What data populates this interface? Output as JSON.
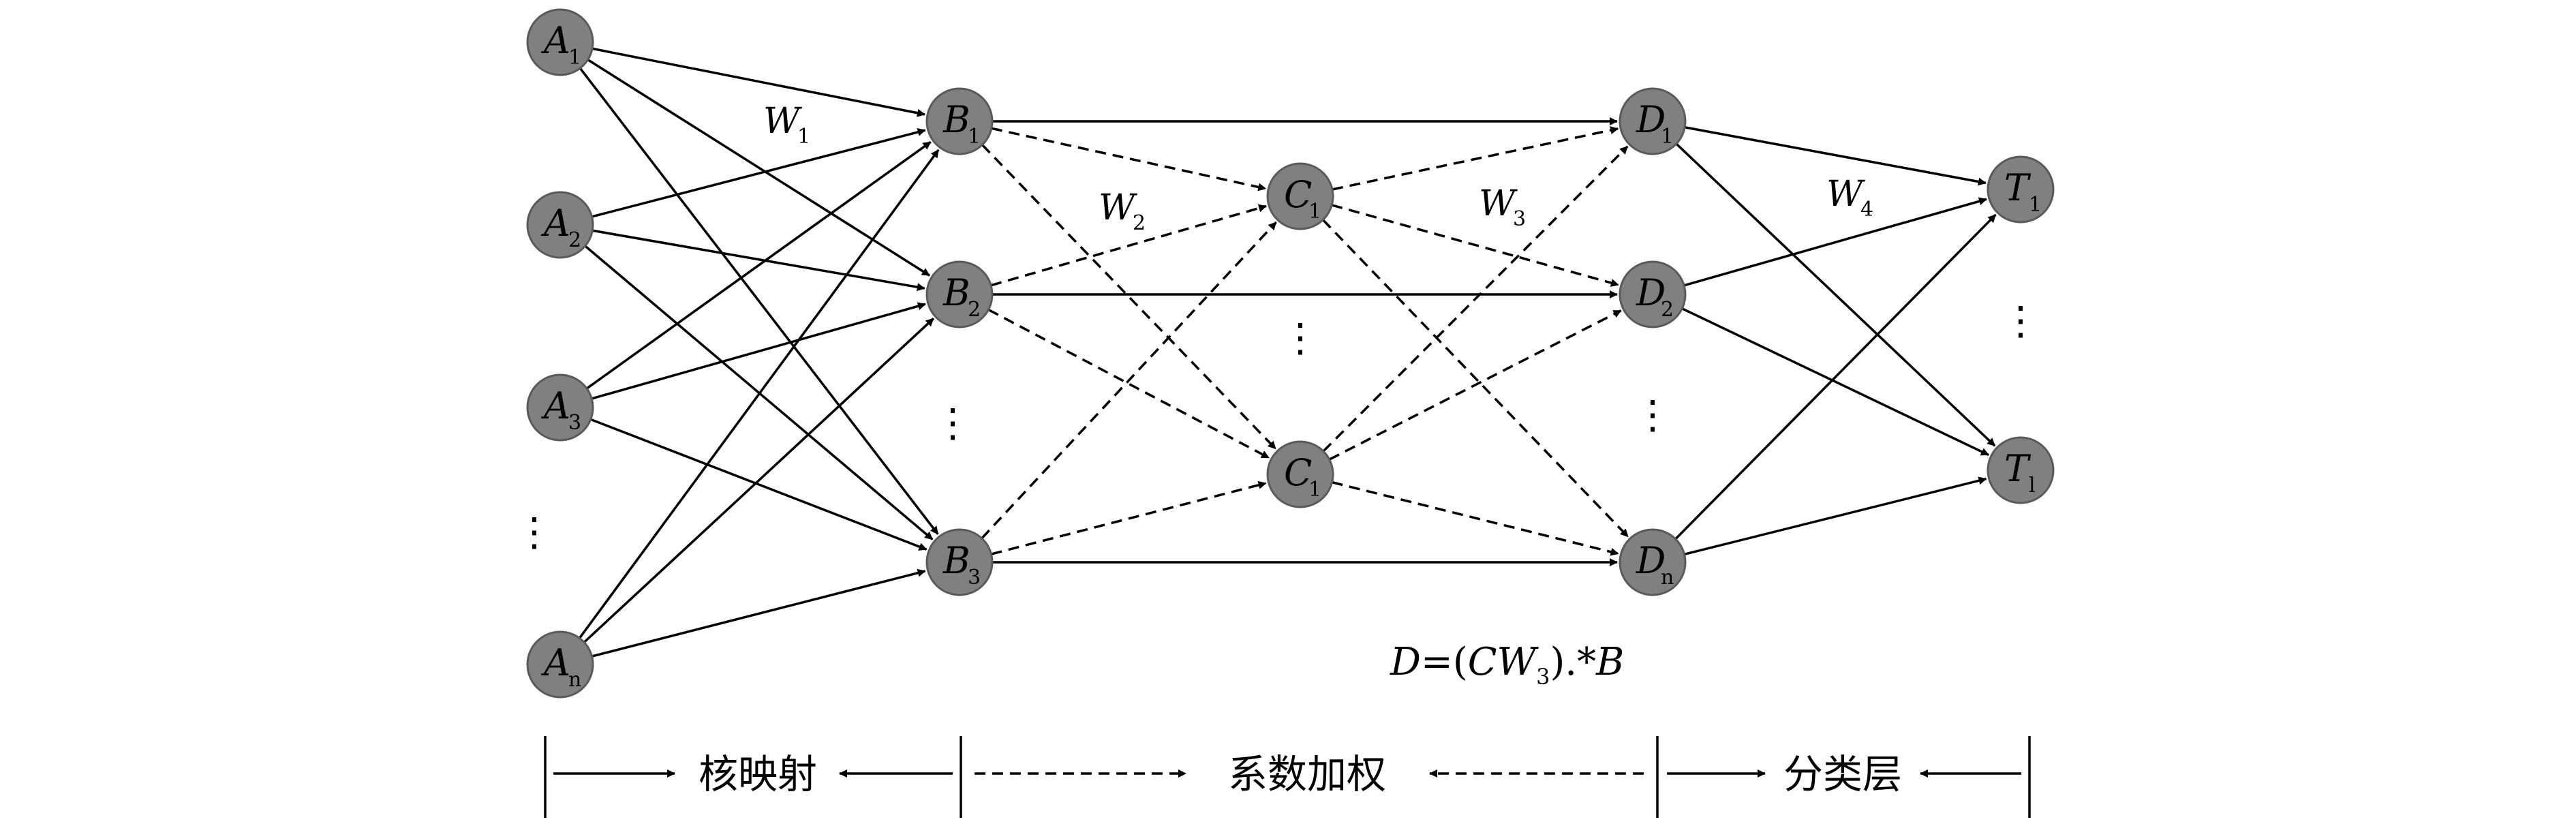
{
  "diagram": {
    "layers": {
      "A": [
        {
          "id": "A1",
          "label": "A",
          "sub": "1"
        },
        {
          "id": "A2",
          "label": "A",
          "sub": "2"
        },
        {
          "id": "A3",
          "label": "A",
          "sub": "3"
        },
        {
          "id": "An",
          "label": "A",
          "sub": "n"
        }
      ],
      "B": [
        {
          "id": "B1",
          "label": "B",
          "sub": "1"
        },
        {
          "id": "B2",
          "label": "B",
          "sub": "2"
        },
        {
          "id": "B3",
          "label": "B",
          "sub": "3"
        }
      ],
      "C": [
        {
          "id": "C1a",
          "label": "C",
          "sub": "1"
        },
        {
          "id": "C1b",
          "label": "C",
          "sub": "1"
        }
      ],
      "D": [
        {
          "id": "D1",
          "label": "D",
          "sub": "1"
        },
        {
          "id": "D2",
          "label": "D",
          "sub": "2"
        },
        {
          "id": "Dn",
          "label": "D",
          "sub": "n"
        }
      ],
      "T": [
        {
          "id": "T1",
          "label": "T",
          "sub": "1"
        },
        {
          "id": "Tl",
          "label": "T",
          "sub": "l"
        }
      ]
    },
    "weights": [
      {
        "id": "W1",
        "label": "W",
        "sub": "1"
      },
      {
        "id": "W2",
        "label": "W",
        "sub": "2"
      },
      {
        "id": "W3",
        "label": "W",
        "sub": "3"
      },
      {
        "id": "W4",
        "label": "W",
        "sub": "4"
      }
    ],
    "edges": {
      "A_to_B": "solid, all-to-all",
      "B_to_C": "dashed, all-to-all",
      "C_to_D": "dashed, all-to-all",
      "B_to_D": "solid, direct",
      "D_to_T": "solid, all-to-all"
    },
    "ellipsis": "⋮",
    "equation": {
      "lhs": "D",
      "rhs_pre": "=(",
      "mid": "CW",
      "sub": "3",
      "rhs_post": ").*",
      "last": "B"
    },
    "stages": [
      {
        "id": "kernel-mapping",
        "label": "核映射",
        "style": "solid"
      },
      {
        "id": "coefficient-weighting",
        "label": "系数加权",
        "style": "dashed"
      },
      {
        "id": "classification-layer",
        "label": "分类层",
        "style": "solid"
      }
    ]
  }
}
